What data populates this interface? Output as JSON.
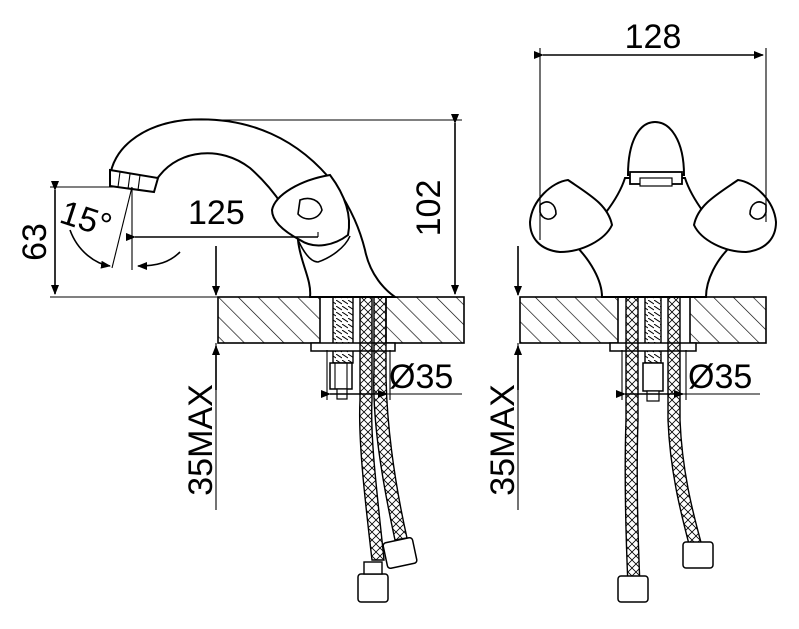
{
  "dimensions": {
    "side_height_63": "63",
    "side_angle": "15°",
    "side_reach": "125",
    "side_height_102": "102",
    "side_max_thickness": "35MAX",
    "side_hole_diameter": "Ø35",
    "front_width": "128",
    "front_max_thickness": "35MAX",
    "front_hole_diameter": "Ø35"
  },
  "colors": {
    "line": "#000000",
    "background": "#ffffff"
  }
}
